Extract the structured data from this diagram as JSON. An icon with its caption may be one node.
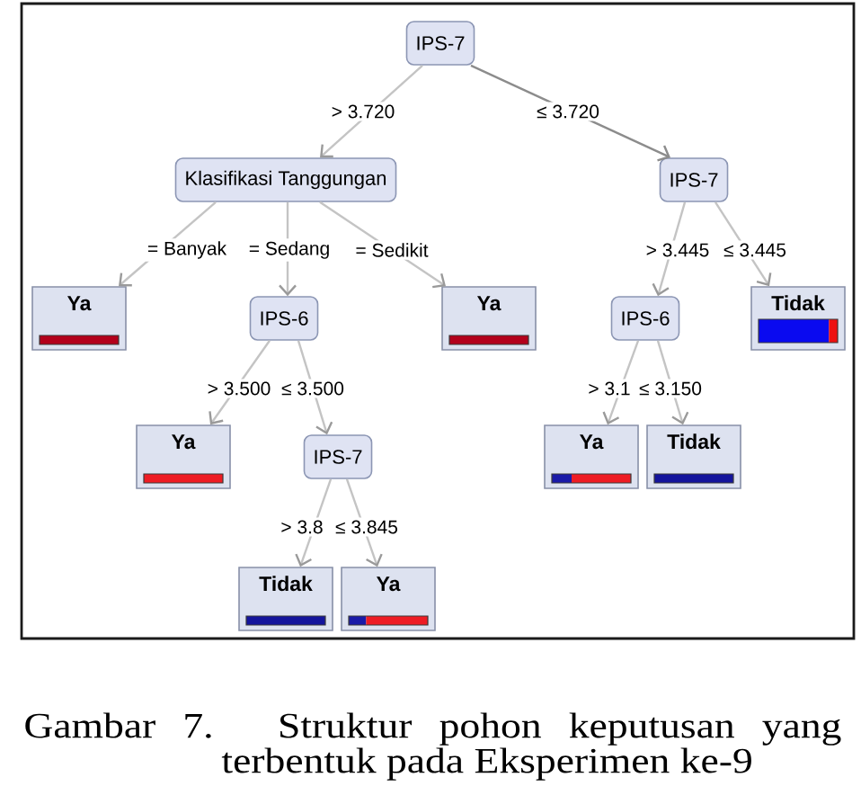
{
  "diagram": {
    "caption": "Gambar 7. Struktur pohon keputusan yang terbentuk pada Eksperimen ke-9",
    "nodes": [
      {
        "text": [
          "IPS-7"
        ]
      },
      {
        "text": [
          "Klasifikasi Tanggungan"
        ]
      },
      {
        "text": [
          "IPS-7"
        ]
      },
      {
        "text": [
          "Ya"
        ]
      },
      {
        "text": [
          "IPS-6"
        ]
      },
      {
        "text": [
          "Ya"
        ]
      },
      {
        "text": [
          "IPS-6"
        ]
      },
      {
        "text": [
          "Tidak"
        ]
      },
      {
        "text": [
          "Ya"
        ]
      },
      {
        "text": [
          "IPS-7"
        ]
      },
      {
        "text": [
          "Ya"
        ]
      },
      {
        "text": [
          "Tidak"
        ]
      },
      {
        "text": [
          "Tidak"
        ]
      },
      {
        "text": [
          "Ya"
        ]
      }
    ],
    "edges": [
      {
        "from": 0,
        "to": 1,
        "arrow": "to",
        "label": "> 3.720"
      },
      {
        "from": 0,
        "to": 2,
        "arrow": "to",
        "label": "≤ 3.720",
        "color": "#8c8c8c"
      },
      {
        "from": 1,
        "to": 3,
        "arrow": "to",
        "label": "= Banyak"
      },
      {
        "from": 1,
        "to": 4,
        "arrow": "to",
        "label": "= Sedang"
      },
      {
        "from": 1,
        "to": 5,
        "arrow": "to",
        "label": "= Sedikit"
      },
      {
        "from": 2,
        "to": 6,
        "arrow": "to",
        "label": "> 3.445"
      },
      {
        "from": 2,
        "to": 7,
        "arrow": "to",
        "label": "≤ 3.445"
      },
      {
        "from": 4,
        "to": 8,
        "arrow": "to",
        "label": "> 3.500"
      },
      {
        "from": 4,
        "to": 9,
        "arrow": "to",
        "label": "≤ 3.500"
      },
      {
        "from": 6,
        "to": 10,
        "arrow": "to",
        "label": "> 3.1"
      },
      {
        "from": 6,
        "to": 11,
        "arrow": "to",
        "label": "≤ 3.150"
      },
      {
        "from": 9,
        "to": 12,
        "arrow": "to",
        "label": "> 3.8"
      },
      {
        "from": 9,
        "to": 13,
        "arrow": "to",
        "label": "≤ 3.845"
      }
    ]
  }
}
